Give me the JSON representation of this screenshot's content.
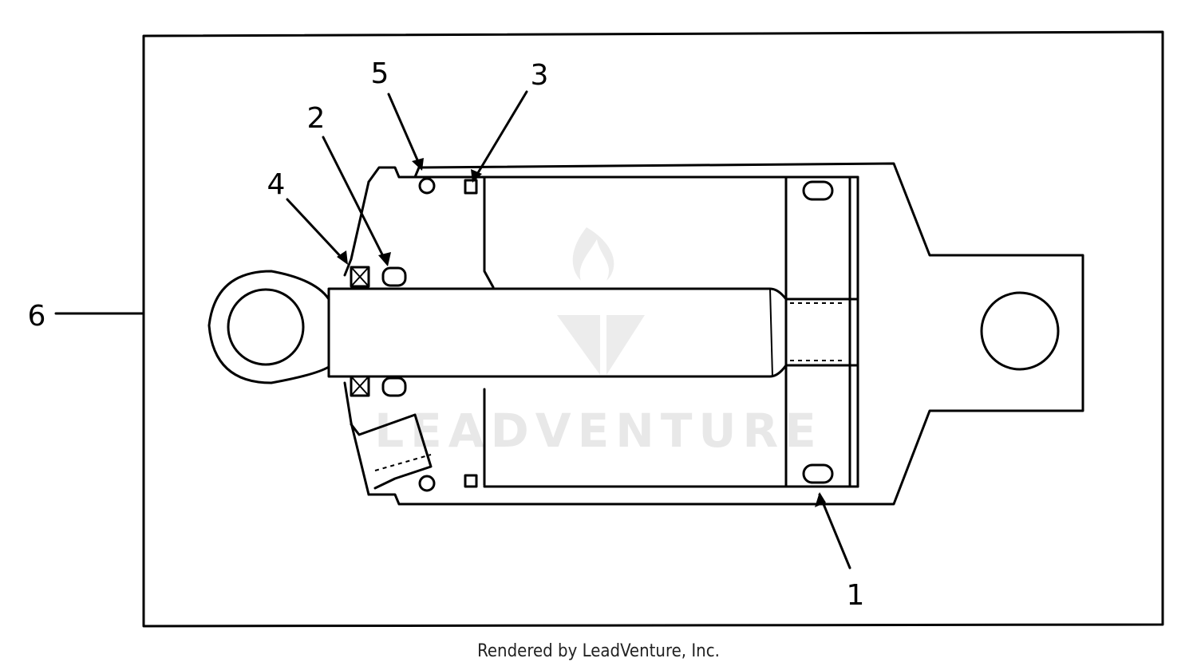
{
  "callouts": {
    "c1": "1",
    "c2": "2",
    "c3": "3",
    "c4": "4",
    "c5": "5",
    "c6": "6"
  },
  "watermark": "LEADVENTURE",
  "footer": "Rendered by LeadVenture, Inc."
}
